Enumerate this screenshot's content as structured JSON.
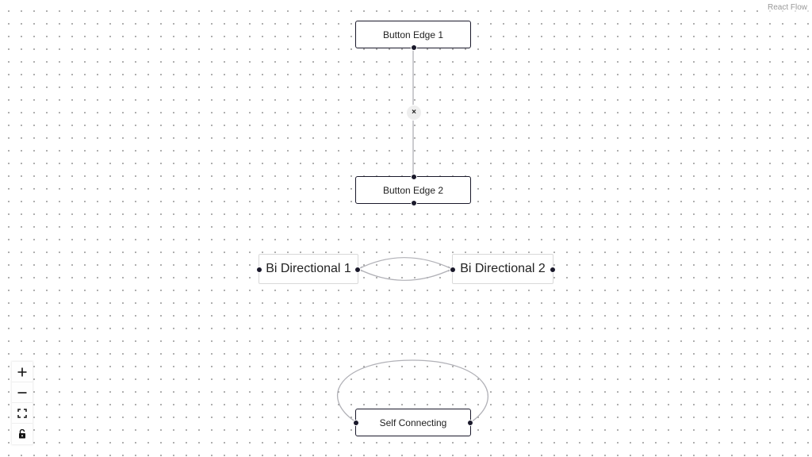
{
  "attribution": "React Flow",
  "nodes": {
    "button_edge_1": "Button Edge 1",
    "button_edge_2": "Button Edge 2",
    "bi_directional_1": "Bi Directional 1",
    "bi_directional_2": "Bi Directional 2",
    "self_connecting": "Self Connecting"
  },
  "edge_button": {
    "label": "×"
  },
  "controls": [
    {
      "name": "zoom-in",
      "icon": "plus-icon"
    },
    {
      "name": "zoom-out",
      "icon": "minus-icon"
    },
    {
      "name": "fit-view",
      "icon": "fit-view-icon"
    },
    {
      "name": "interactivity",
      "icon": "unlock-icon"
    }
  ],
  "colors": {
    "handle": "#1a192b",
    "edge": "#b1b1b7",
    "node_border": "#1a192b",
    "bi_node_border": "#d9d9d9"
  }
}
